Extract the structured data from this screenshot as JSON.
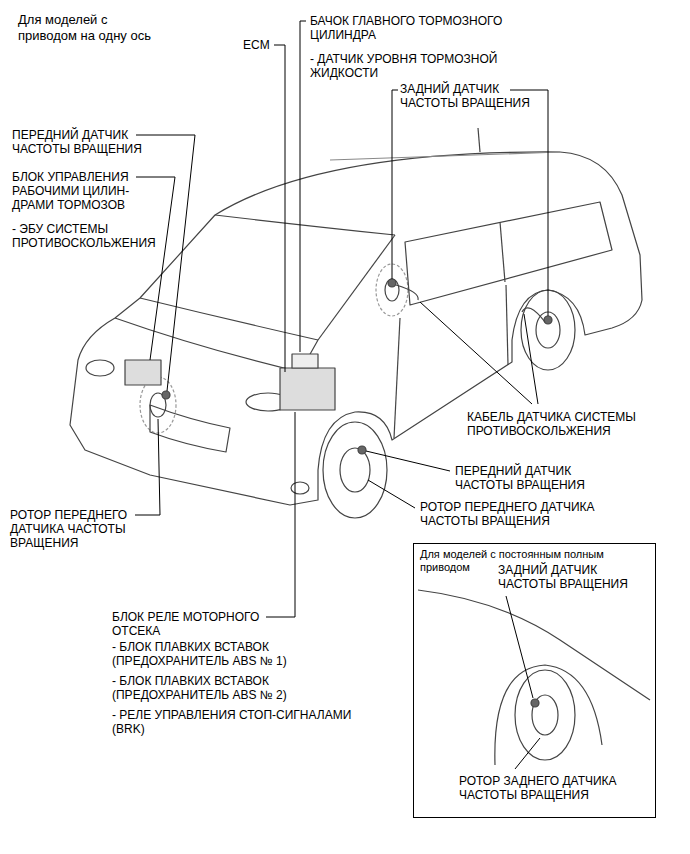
{
  "diagram": {
    "title": "Для моделей с приводом на одну ось",
    "nodes": [
      {
        "text": [
          "Для моделей с постоянным полным приводом",
          "ЗАДНИЙ ДАТЧИК ЧАСТОТЫ ВРАЩЕНИЯ",
          "РОТОР ЗАДНЕГО ДАТЧИКА ЧАСТОТЫ ВРАЩЕНИЯ"
        ]
      }
    ],
    "labels": [
      "ECM",
      "БАЧОК ГЛАВНОГО ТОРМОЗНОГО ЦИЛИНДРА",
      "- ДАТЧИК УРОВНЯ ТОРМОЗНОЙ ЖИДКОСТИ",
      "ЗАДНИЙ ДАТЧИК ЧАСТОТЫ ВРАЩЕНИЯ",
      "ПЕРЕДНИЙ ДАТЧИК ЧАСТОТЫ ВРАЩЕНИЯ",
      "БЛОК УПРАВЛЕНИЯ РАБОЧИМИ ЦИЛИН- ДРАМИ ТОРМОЗОВ",
      "- ЭБУ СИСТЕМЫ ПРОТИВОСКОЛЬЖЕНИЯ",
      "КАБЕЛЬ ДАТЧИКА СИСТЕМЫ ПРОТИВОСКОЛЬЖЕНИЯ",
      "ПЕРЕДНИЙ ДАТЧИК ЧАСТОТЫ ВРАЩЕНИЯ",
      "РОТОР ПЕРЕДНЕГО ДАТЧИКА ЧАСТОТЫ ВРАЩЕНИЯ",
      "РОТОР ПЕРЕДНЕГО ДАТЧИКА ЧАСТОТЫ ВРАЩЕНИЯ",
      "БЛОК РЕЛЕ МОТОРНОГО ОТСЕКА",
      "- БЛОК ПЛАВКИХ ВСТАВОК (ПРЕДОХРАНИТЕЛЬ ABS № 1)",
      "- БЛОК ПЛАВКИХ ВСТАВОК (ПРЕДОХРАНИТЕЛЬ ABS № 2)",
      "- РЕЛЕ УПРАВЛЕНИЯ СТОП-СИГНАЛАМИ (BRK)"
    ]
  }
}
